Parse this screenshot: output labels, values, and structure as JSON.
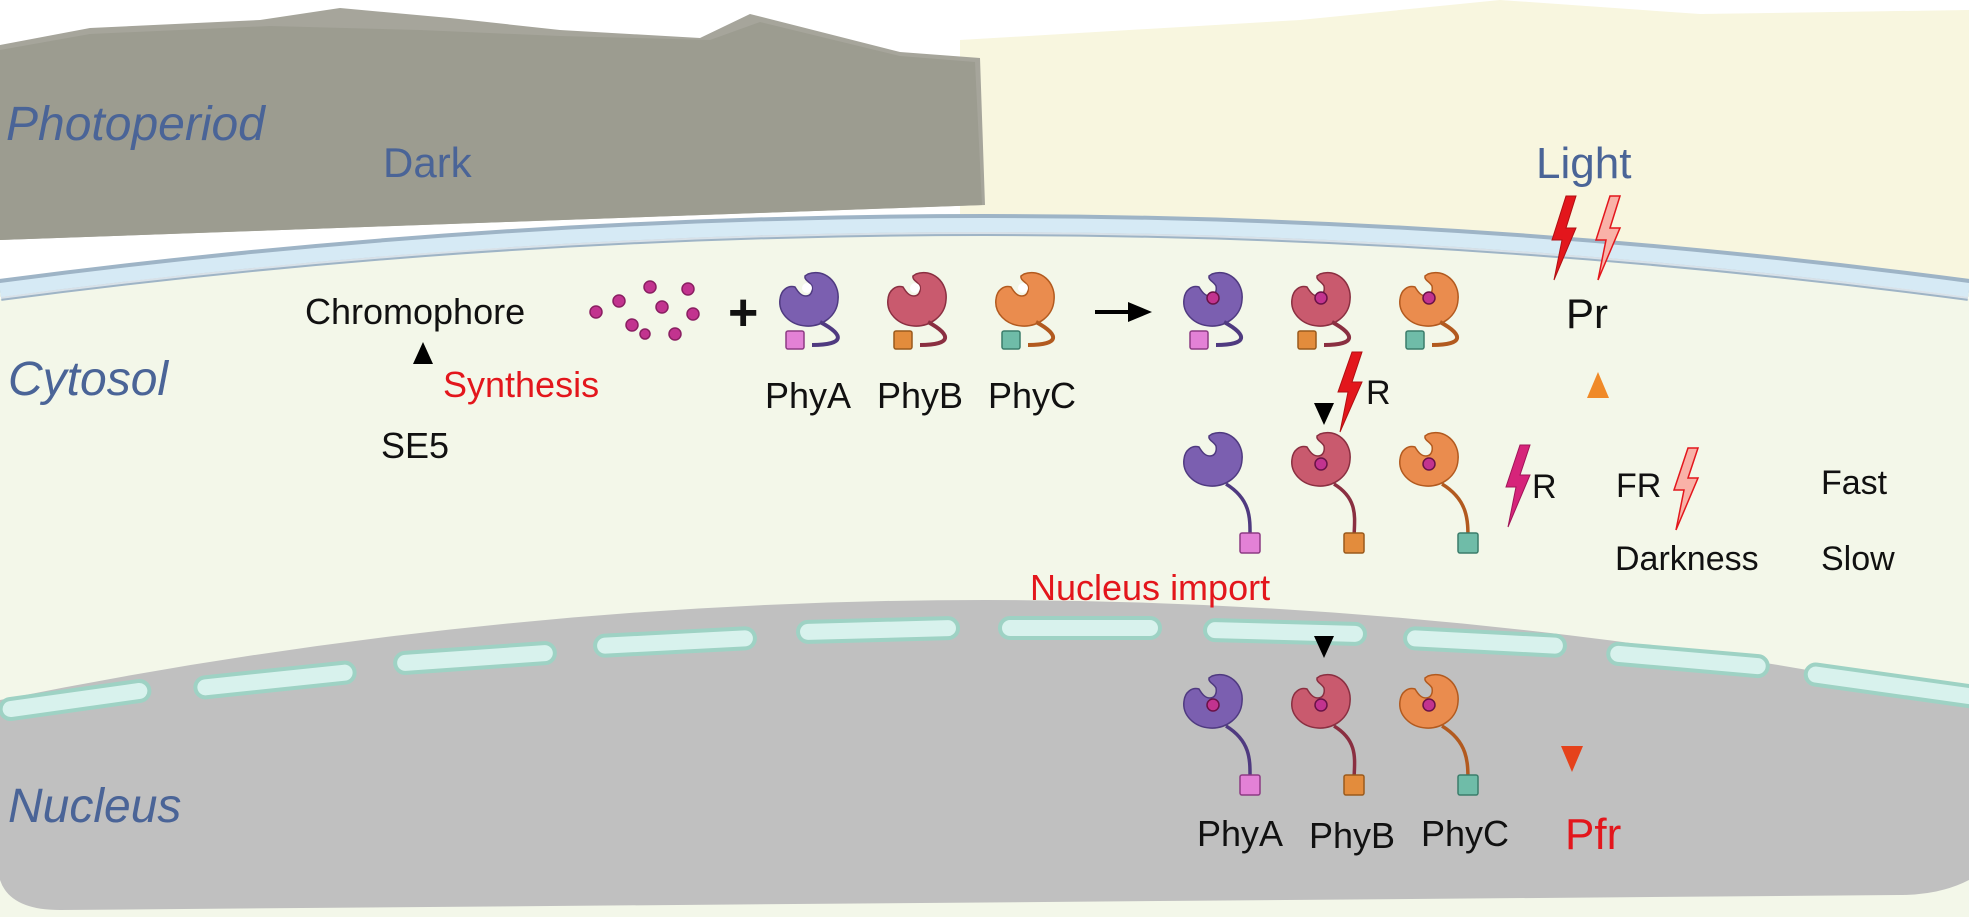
{
  "regions": {
    "photoperiod": "Photoperiod",
    "cytosol": "Cytosol",
    "nucleus": "Nucleus"
  },
  "conditions": {
    "dark": "Dark",
    "light": "Light"
  },
  "synthesis": {
    "chromophore": "Chromophore",
    "plus": "+",
    "synthesis_label": "Synthesis",
    "gene": "SE5"
  },
  "proteins": [
    "PhyA",
    "PhyB",
    "PhyC"
  ],
  "nuclear_proteins": [
    "PhyA",
    "PhyB",
    "PhyC"
  ],
  "signals": {
    "r_1": "R",
    "r_2": "R",
    "nucleus_import": "Nucleus import",
    "pr": "Pr",
    "pfr": "Pfr",
    "fr": "FR",
    "darkness": "Darkness",
    "fast": "Fast",
    "slow": "Slow"
  },
  "colors": {
    "phyA": "#7b5fb0",
    "phyB": "#c95a6e",
    "phyC": "#ea8c4e",
    "chromophore": "#c2338f",
    "red_text": "#e3161c",
    "region_label": "#4a6497",
    "dark_sky": "#9c9c90",
    "light_sky": "#f8f6df",
    "cytosol": "#f3f7e9",
    "nucleus": "#c0c0c0",
    "membrane": "#d6eaf5",
    "nuclear_envelope": "#d8f2ed",
    "arrow_orange": "#f08a28",
    "arrow_red": "#e5421b"
  }
}
